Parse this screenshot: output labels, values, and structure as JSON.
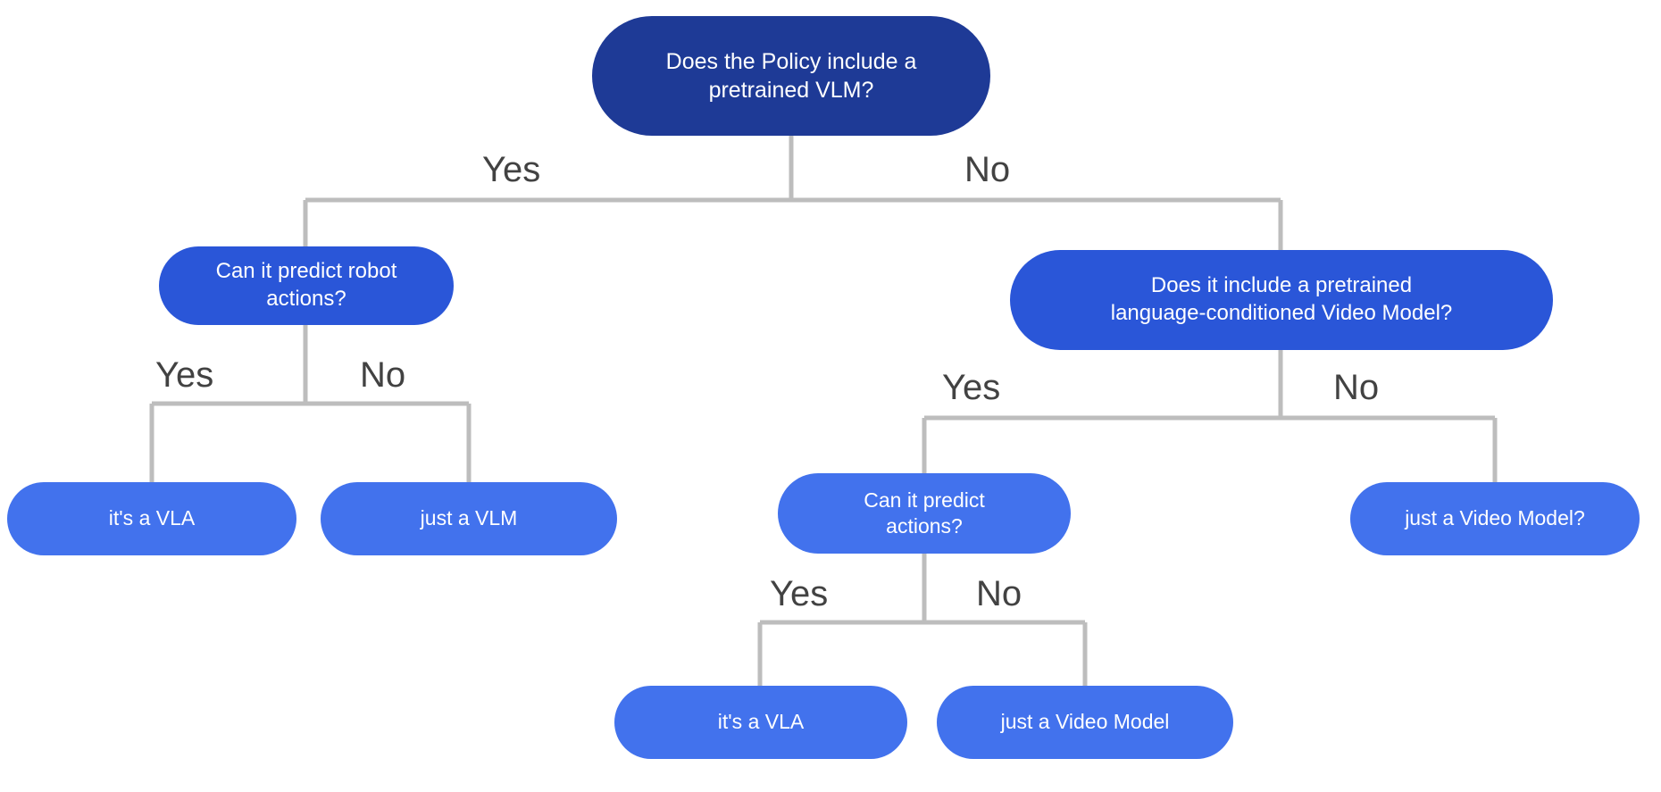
{
  "diagram": {
    "type": "decision-tree-flowchart",
    "background_color": "#ffffff",
    "edge_color": "#bdbdbd",
    "label_color": "#424242",
    "node_colors": {
      "root": "#1e3a96",
      "branch": "#2a56d8",
      "leaf": "#4272ed"
    },
    "nodes": {
      "root": "Does the Policy include a\npretrained VLM?",
      "can_predict_robot_actions": "Can it predict robot\nactions?",
      "includes_video_model": "Does it include a pretrained\nlanguage-conditioned Video Model?",
      "its_a_vla_left": "it's a VLA",
      "just_a_vlm": "just a VLM",
      "can_predict_actions": "Can it predict\nactions?",
      "just_a_video_model_q": "just a Video Model?",
      "its_a_vla_bottom": "it's a VLA",
      "just_a_video_model": "just a Video Model"
    },
    "edge_labels": {
      "root_yes": "Yes",
      "root_no": "No",
      "robot_actions_yes": "Yes",
      "robot_actions_no": "No",
      "video_model_yes": "Yes",
      "video_model_no": "No",
      "predict_actions_yes": "Yes",
      "predict_actions_no": "No"
    }
  }
}
